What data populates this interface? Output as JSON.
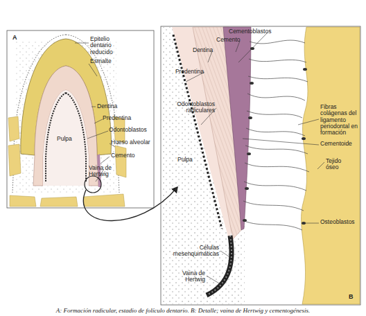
{
  "diagram": {
    "caption": "A: Formación radicular, estadio de folículo dentario. B: Detalle; vaina de Hertwig y cementogénesis.",
    "labels": [
      "A",
      "Epitelio dentario reducido",
      "Esmalte",
      "Dentina",
      "Predentina",
      "Odontoblastos",
      "Pulpa",
      "Hueso alveolar",
      "Cemento",
      "Vaina de Hertwig",
      "Cementoblastos",
      "Cemento",
      "Dentina",
      "Predentina",
      "Odontoblastos radiculares",
      "Fibras colágenas del ligamento periodontal en formación",
      "Cementoide",
      "Tejido óseo",
      "Pulpa",
      "Osteoblastos",
      "Células mesenquimáticas",
      "Vaina de Hertwig",
      "B"
    ]
  }
}
